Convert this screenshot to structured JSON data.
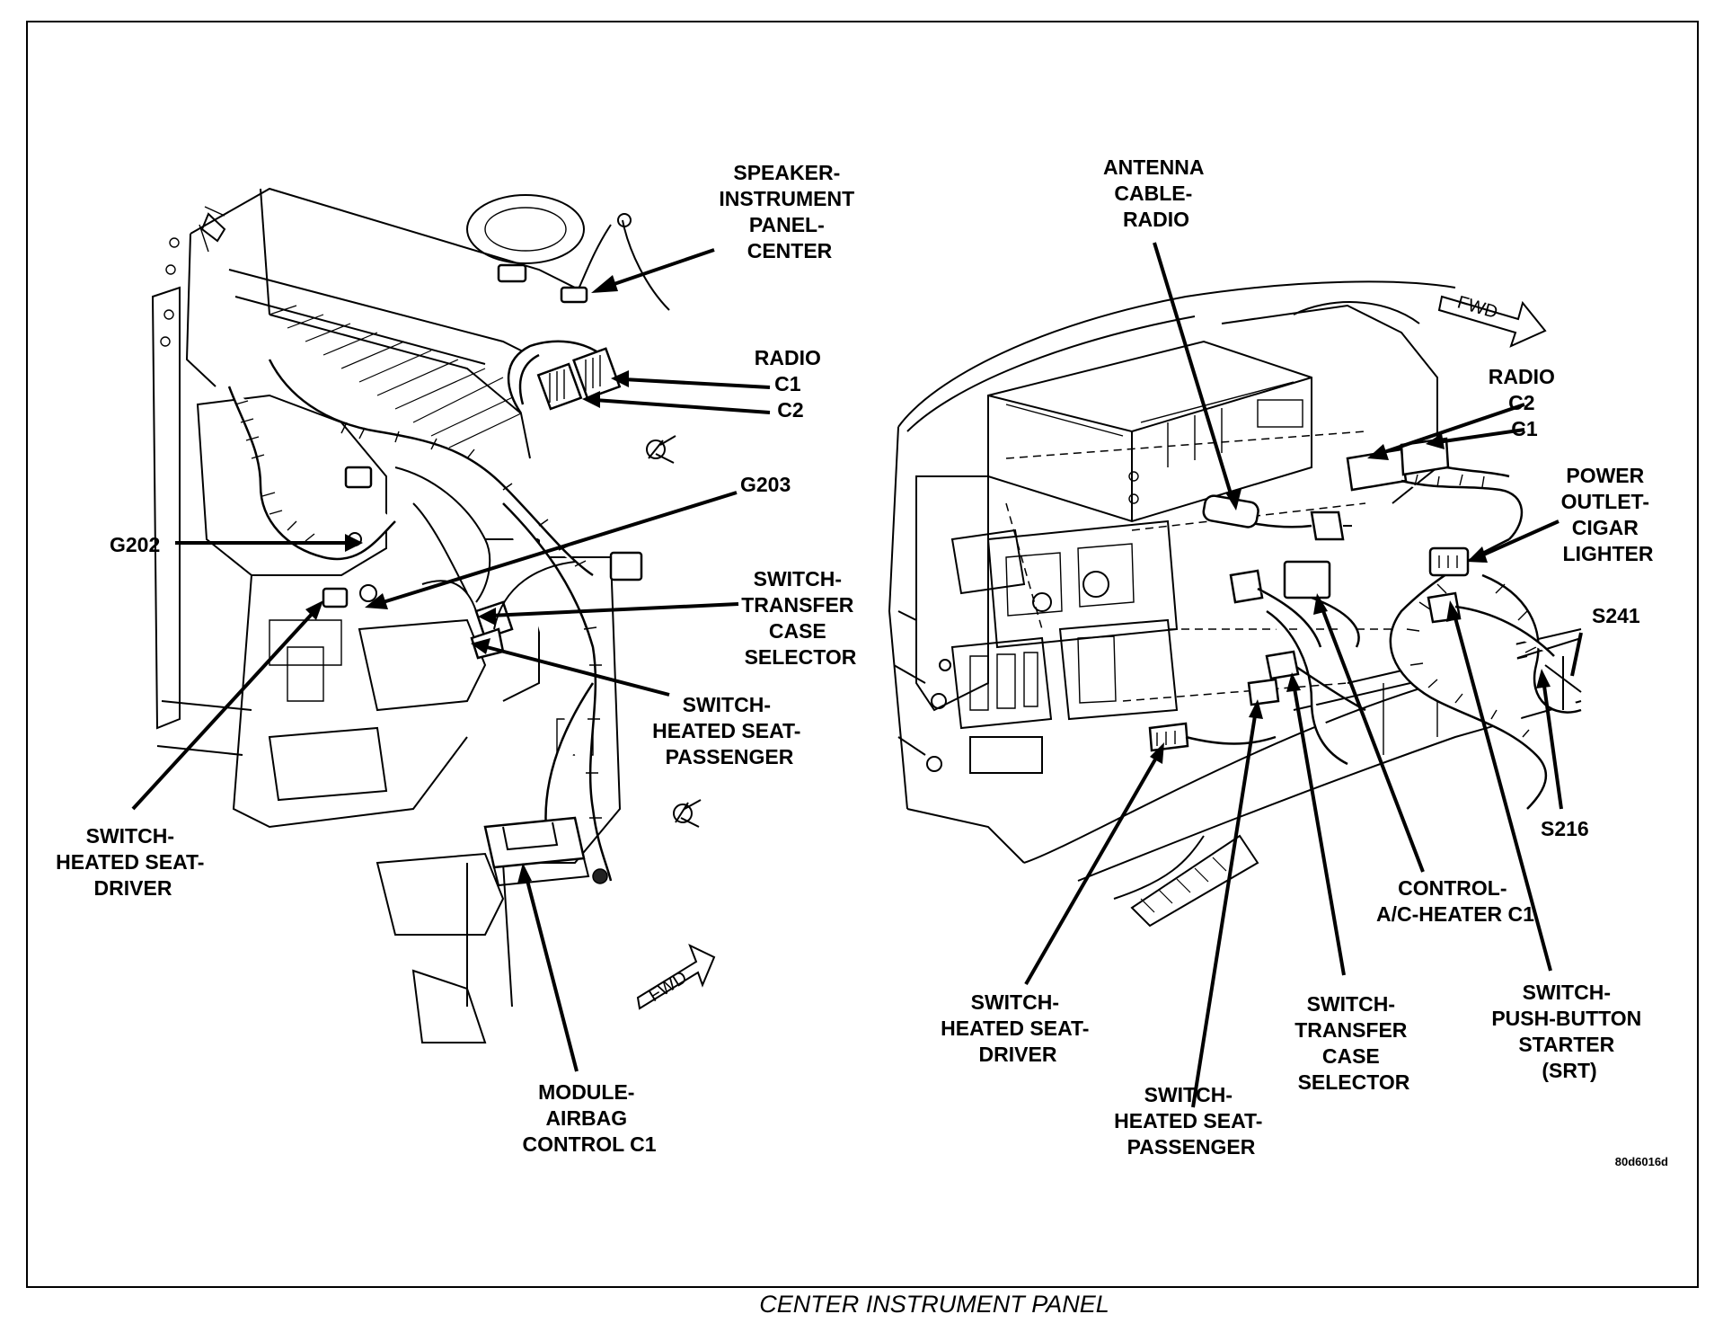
{
  "caption": "CENTER INSTRUMENT PANEL",
  "figure_code": "80d6016d",
  "fwd_marker": "FWD",
  "left_callouts": {
    "speaker": [
      "SPEAKER-",
      "INSTRUMENT",
      "PANEL-",
      "CENTER"
    ],
    "radio": [
      "RADIO",
      "C1",
      "C2"
    ],
    "g203": "G203",
    "g202": "G202",
    "switch_transfer": [
      "SWITCH-",
      "TRANSFER",
      "CASE",
      "SELECTOR"
    ],
    "switch_heated_passenger": [
      "SWITCH-",
      "HEATED SEAT-",
      "PASSENGER"
    ],
    "switch_heated_driver": [
      "SWITCH-",
      "HEATED SEAT-",
      "DRIVER"
    ],
    "module_airbag": [
      "MODULE-",
      "AIRBAG",
      "CONTROL C1"
    ]
  },
  "right_callouts": {
    "antenna": [
      "ANTENNA",
      "CABLE-",
      "RADIO"
    ],
    "radio": [
      "RADIO",
      "C2",
      "C1"
    ],
    "power_outlet": [
      "POWER",
      "OUTLET-",
      "CIGAR",
      "LIGHTER"
    ],
    "s241": "S241",
    "s216": "S216",
    "control_ac": [
      "CONTROL-",
      "A/C-HEATER C1"
    ],
    "switch_pushbutton": [
      "SWITCH-",
      "PUSH-BUTTON",
      "STARTER",
      "(SRT)"
    ],
    "switch_heated_driver": [
      "SWITCH-",
      "HEATED SEAT-",
      "DRIVER"
    ],
    "switch_transfer": [
      "SWITCH-",
      "TRANSFER",
      "CASE",
      "SELECTOR"
    ],
    "switch_heated_passenger": [
      "SWITCH-",
      "HEATED SEAT-",
      "PASSENGER"
    ]
  }
}
